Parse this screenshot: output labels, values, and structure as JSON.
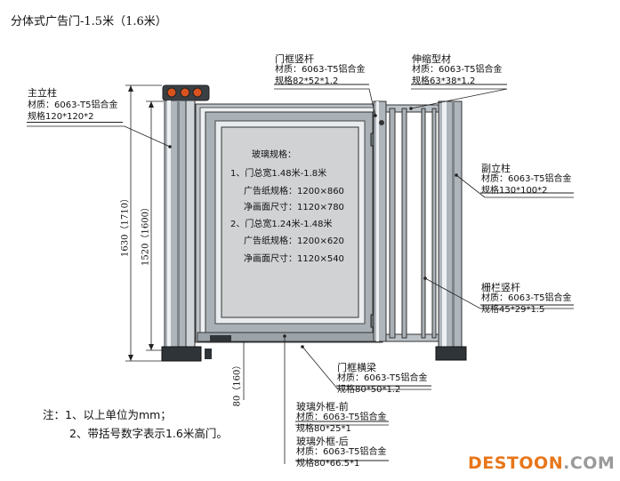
{
  "title": "分体式广告门-1.5米（1.6米）",
  "callouts": {
    "main_post": {
      "name": "主立柱",
      "material": "材质：6063-T5铝合金",
      "spec": "规格120*120*2"
    },
    "door_frame_vertical": {
      "name": "门框竖杆",
      "material": "材质：6063-T5铝合金",
      "spec": "规格82*52*1.2"
    },
    "telescopic": {
      "name": "伸缩型材",
      "material": "材质：6063-T5铝合金",
      "spec": "规格63*38*1.2"
    },
    "aux_post": {
      "name": "副立柱",
      "material": "材质：6063-T5铝合金",
      "spec": "规格130*100*2"
    },
    "fence_bar": {
      "name": "栅栏竖杆",
      "material": "材质：6063-T5铝合金",
      "spec": "规格45*29*1.5"
    },
    "door_frame_horizontal": {
      "name": "门框横梁",
      "material": "材质：6063-T5铝合金",
      "spec": "规格80*50*1.2"
    },
    "glass_frame_front": {
      "name": "玻璃外框-前",
      "material": "材质：6063-T5铝合金",
      "spec": "规格80*25*1"
    },
    "glass_frame_back": {
      "name": "玻璃外框-后",
      "material": "材质：6063-T5铝合金",
      "spec": "规格80*66.5*1"
    }
  },
  "glass_panel": {
    "heading": "玻璃规格：",
    "item1": "1、门总宽1.48米-1.8米",
    "item1_paper": "广告纸规格：1200×860",
    "item1_net": "净画面尺寸：1120×780",
    "item2": "2、门总宽1.24米-1.48米",
    "item2_paper": "广告纸规格：1200×620",
    "item2_net": "净画面尺寸：1120×540"
  },
  "dimensions": {
    "overall": "1630（1710）",
    "body": "1520（1600）",
    "bottom": "80（160）"
  },
  "notes": {
    "line1": "注：1、以上单位为mm；",
    "line2": "2、带括号数字表示1.6米高门。"
  },
  "watermark": {
    "part1": "DESTOON",
    "part2": ".COM"
  },
  "colors": {
    "frame": "#8a949b",
    "glass": "#d0d2d4",
    "light": "#eef1f3",
    "dark": "#3a3f44",
    "indicator": "#d9531e"
  }
}
